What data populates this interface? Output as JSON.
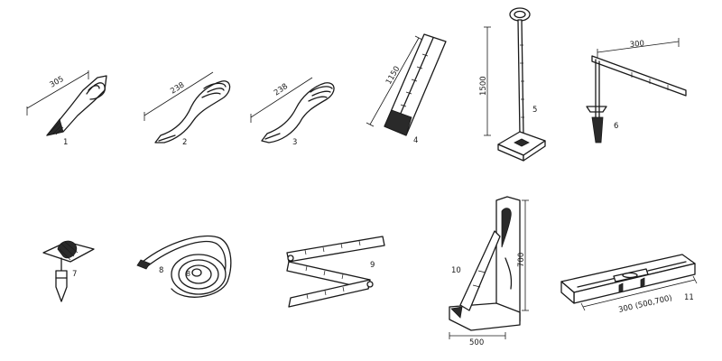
{
  "tools": [
    {
      "number": "1",
      "dimension": "305"
    },
    {
      "number": "2",
      "dimension": "238"
    },
    {
      "number": "3",
      "dimension": "238"
    },
    {
      "number": "4",
      "dimension": "1150"
    },
    {
      "number": "5",
      "dimension": "1500"
    },
    {
      "number": "6",
      "dimension": "300"
    },
    {
      "number": "7"
    },
    {
      "number": "8"
    },
    {
      "number": "9"
    },
    {
      "number": "10",
      "dimension_a": "700",
      "dimension_b": "500"
    },
    {
      "number": "11",
      "dimension": "300 (500,700)"
    }
  ]
}
